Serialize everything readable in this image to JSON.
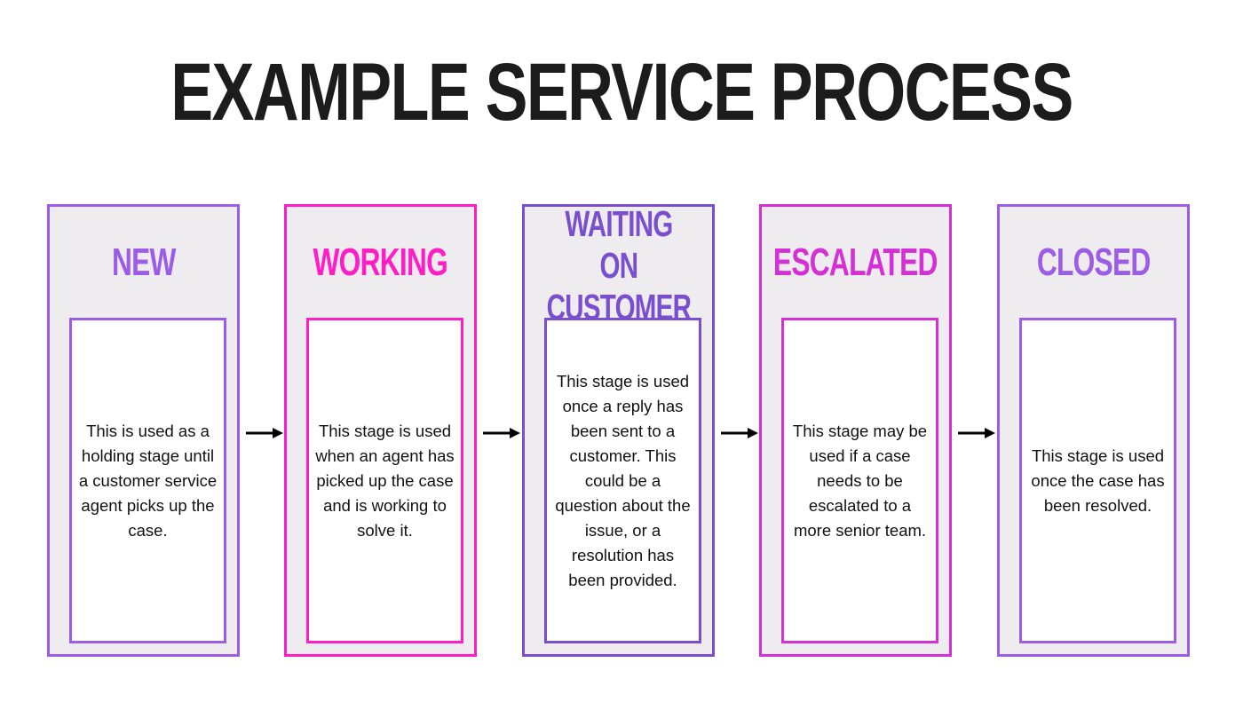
{
  "title": "EXAMPLE SERVICE PROCESS",
  "colors": {
    "purple": "#9b5de5",
    "magenta": "#ff1ec5",
    "violet": "#7a4fcf",
    "pink_purple": "#d52fd6",
    "panel_bg": "#efecef",
    "title": "#1c1c1c"
  },
  "stages": [
    {
      "name": "NEW",
      "description": "This is used as a holding stage until a customer service agent picks up the case.",
      "color": "#9b5de5"
    },
    {
      "name": "WORKING",
      "description": "This stage is used when an agent has picked up the case and is working to solve it.",
      "color": "#ff1ec5"
    },
    {
      "name": "WAITING ON CUSTOMER",
      "description": "This stage is used once a reply has been sent to a customer. This could be a question about the issue, or a resolution has been provided.",
      "color": "#7a4fcf"
    },
    {
      "name": "ESCALATED",
      "description": "This stage may be used if a case needs to be escalated to a more senior team.",
      "color": "#d52fd6"
    },
    {
      "name": "CLOSED",
      "description": "This stage is used once the case has been resolved.",
      "color": "#9b5de5"
    }
  ]
}
